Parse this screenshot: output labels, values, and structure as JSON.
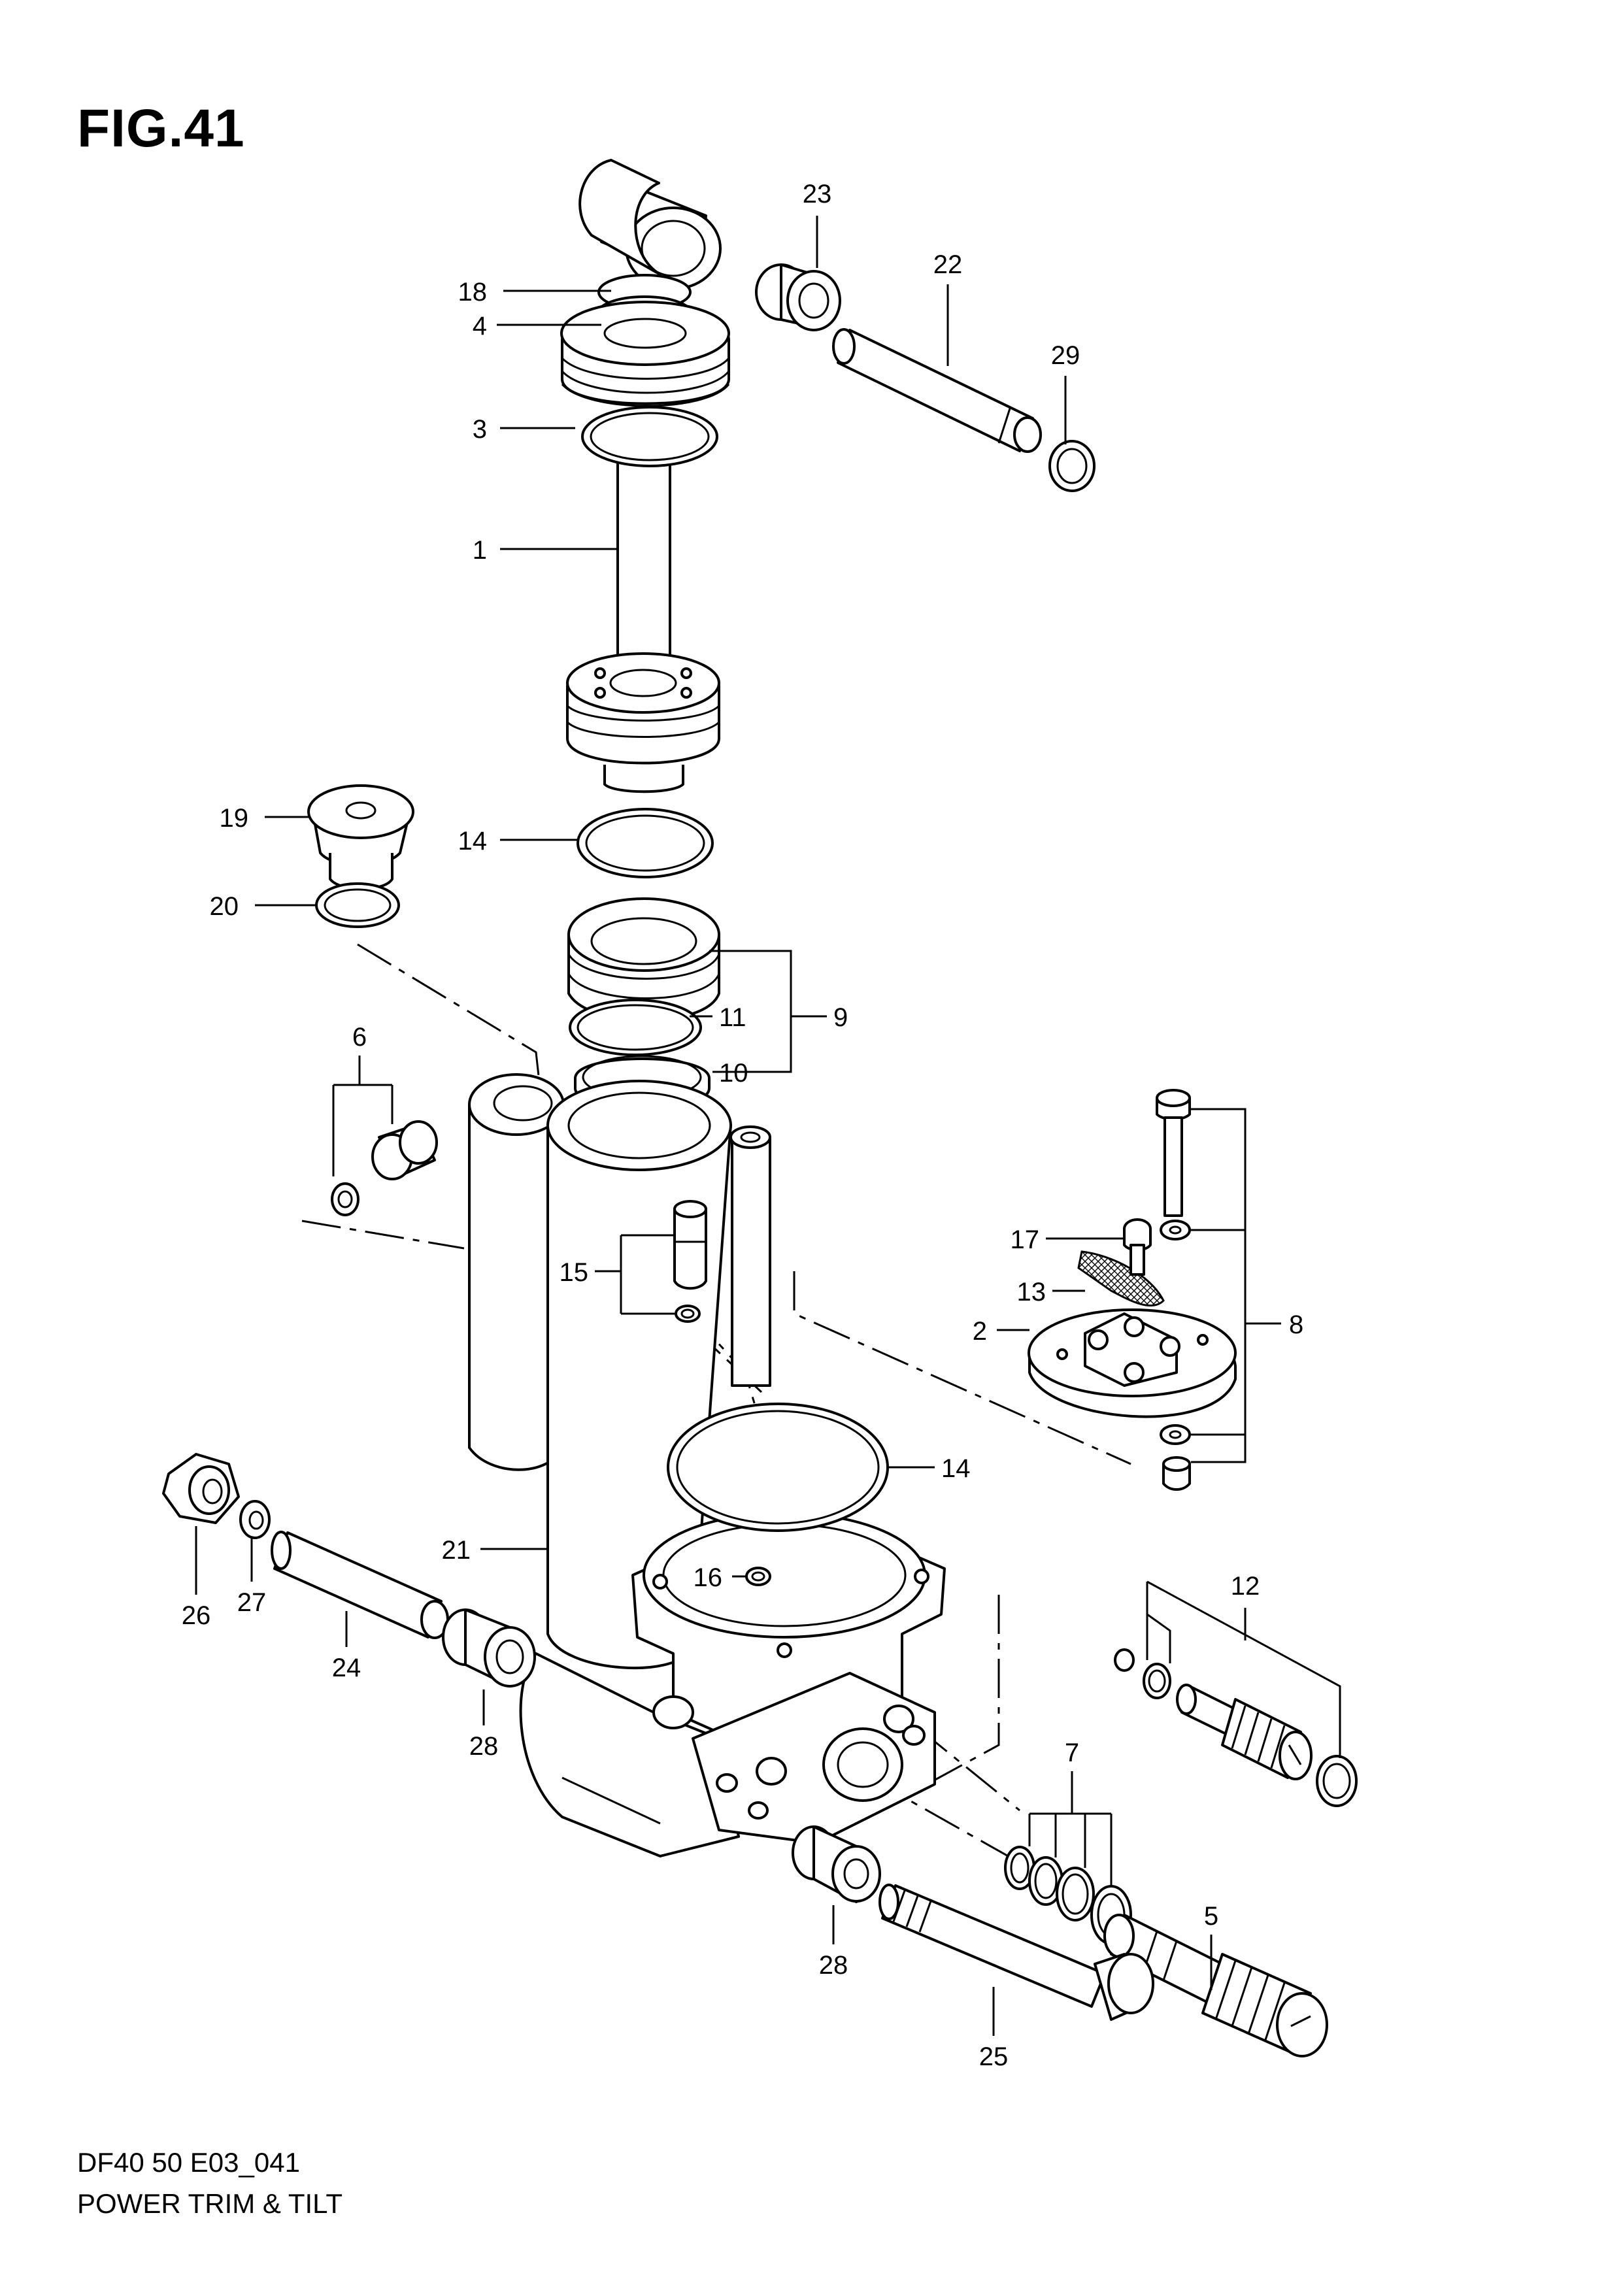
{
  "figure": {
    "title": "FIG.41",
    "drawing_code": "DF40 50 E03_041",
    "assembly_name": "POWER TRIM & TILT"
  },
  "callouts": [
    {
      "id": "c18",
      "label": "18"
    },
    {
      "id": "c4",
      "label": "4"
    },
    {
      "id": "c3",
      "label": "3"
    },
    {
      "id": "c1",
      "label": "1"
    },
    {
      "id": "c23",
      "label": "23"
    },
    {
      "id": "c22",
      "label": "22"
    },
    {
      "id": "c29",
      "label": "29"
    },
    {
      "id": "c19",
      "label": "19"
    },
    {
      "id": "c14a",
      "label": "14"
    },
    {
      "id": "c20",
      "label": "20"
    },
    {
      "id": "c11",
      "label": "11"
    },
    {
      "id": "c9",
      "label": "9"
    },
    {
      "id": "c10",
      "label": "10"
    },
    {
      "id": "c6",
      "label": "6"
    },
    {
      "id": "c15",
      "label": "15"
    },
    {
      "id": "c17",
      "label": "17"
    },
    {
      "id": "c13",
      "label": "13"
    },
    {
      "id": "c2",
      "label": "2"
    },
    {
      "id": "c8",
      "label": "8"
    },
    {
      "id": "c14b",
      "label": "14"
    },
    {
      "id": "c21",
      "label": "21"
    },
    {
      "id": "c16",
      "label": "16"
    },
    {
      "id": "c12",
      "label": "12"
    },
    {
      "id": "c26",
      "label": "26"
    },
    {
      "id": "c27",
      "label": "27"
    },
    {
      "id": "c24",
      "label": "24"
    },
    {
      "id": "c28a",
      "label": "28"
    },
    {
      "id": "c7",
      "label": "7"
    },
    {
      "id": "c5",
      "label": "5"
    },
    {
      "id": "c28b",
      "label": "28"
    },
    {
      "id": "c25",
      "label": "25"
    }
  ]
}
